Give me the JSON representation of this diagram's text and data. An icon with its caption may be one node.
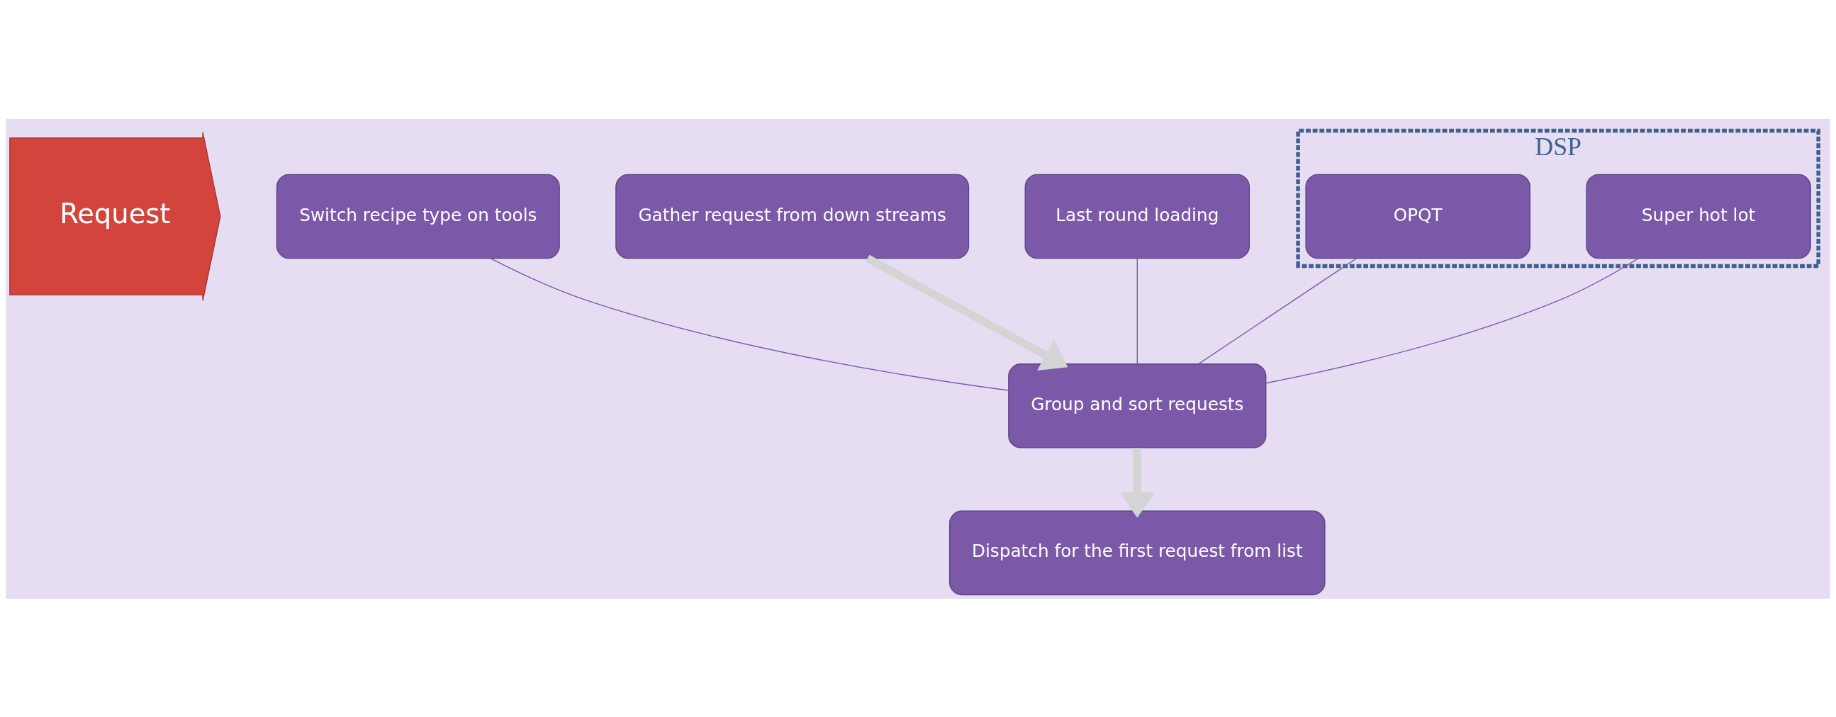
{
  "diagram": {
    "nodes": [
      {
        "text": [
          "Request"
        ]
      },
      {
        "text": [
          "Switch recipe type on tools"
        ]
      },
      {
        "text": [
          "Gather request from down streams"
        ]
      },
      {
        "text": [
          "Group and sort requests"
        ]
      },
      {
        "text": [
          "Last round loading"
        ]
      },
      {
        "text": [
          "Dispatch for the first request from list"
        ]
      },
      {
        "text": [
          "DSP"
        ]
      },
      {
        "text": [
          "Super hot lot"
        ],
        "in": 6
      },
      {
        "text": [
          "OPQT"
        ],
        "in": 6
      }
    ],
    "edges": [
      {
        "from": 2,
        "to": 3,
        "arrow": "to",
        "style": "thick",
        "color": "#d4d4d4"
      },
      {
        "from": 3,
        "to": 5,
        "arrow": "to",
        "style": "thick",
        "color": "#d4d4d4"
      },
      {
        "from": 1,
        "to": 3,
        "arrow": "none"
      },
      {
        "from": 4,
        "to": 3,
        "arrow": "none"
      },
      {
        "from": 7,
        "to": 3,
        "arrow": "none"
      },
      {
        "from": 8,
        "to": 3,
        "arrow": "none"
      }
    ]
  }
}
